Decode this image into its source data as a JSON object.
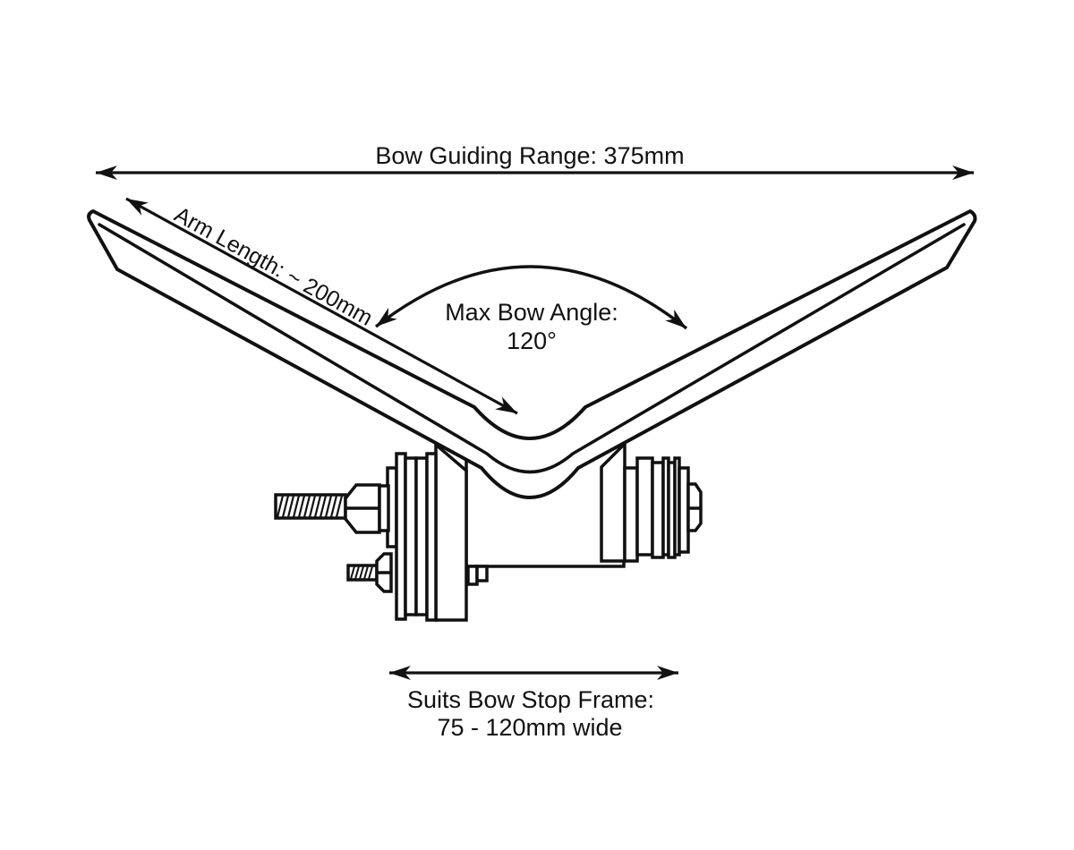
{
  "diagram": {
    "type": "technical-line-drawing",
    "subject": "boat trailer bow guide with clamp bracket",
    "annotations": {
      "bow_guiding_range": "Bow Guiding Range: 375mm",
      "arm_length": "Arm Length: ~ 200mm",
      "max_bow_angle": {
        "label": "Max Bow Angle:",
        "value": "120°"
      },
      "bow_stop_frame": {
        "label": "Suits Bow Stop Frame:",
        "value": "75 - 120mm wide"
      }
    },
    "colors": {
      "line": "#111111",
      "background": "#ffffff"
    }
  }
}
